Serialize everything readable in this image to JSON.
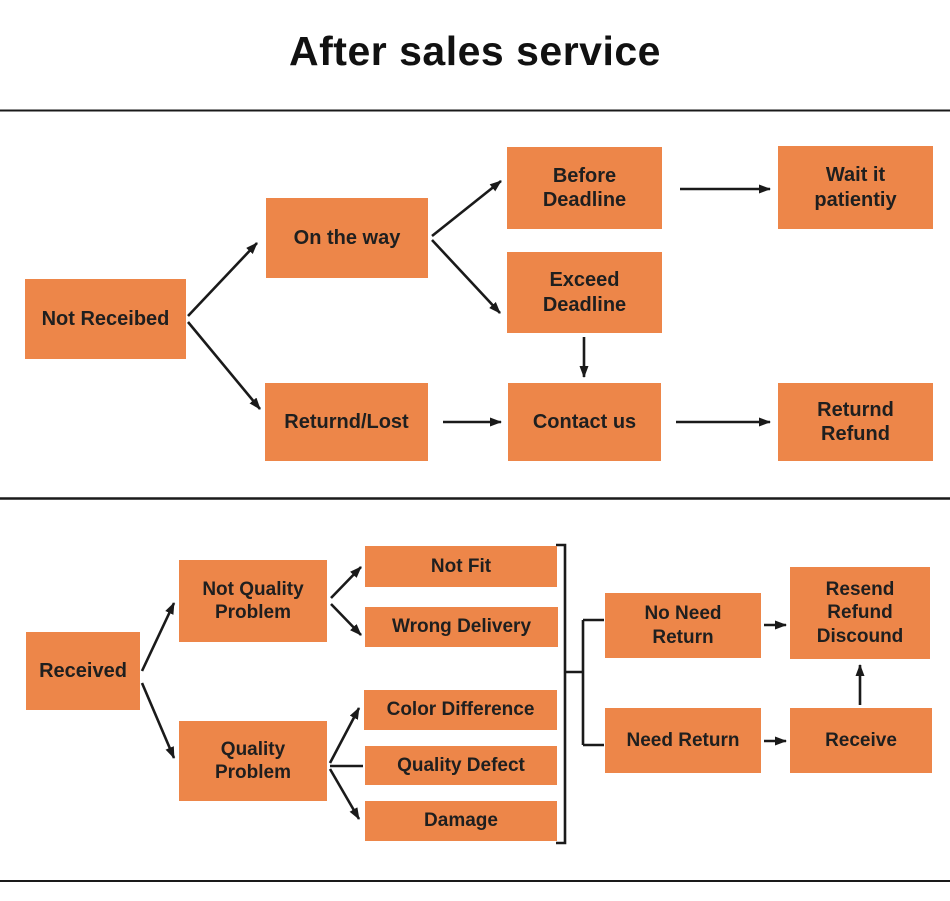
{
  "title": "After sales service",
  "colors": {
    "box_fill": "#ED8649",
    "text": "#1F1F1F",
    "line": "#1A1A1A",
    "background": "#FFFFFF"
  },
  "nodes": {
    "not_received": "Not Receibed",
    "on_the_way": "On the way",
    "before_deadline": "Before\nDeadline",
    "wait_it_patiently": "Wait it\npatientiy",
    "exceed_deadline": "Exceed\nDeadline",
    "returnd_lost": "Returnd/Lost",
    "contact_us": "Contact us",
    "returnd_refund": "Returnd\nRefund",
    "received": "Received",
    "not_quality_problem": "Not Quality\nProblem",
    "quality_problem": "Quality\nProblem",
    "not_fit": "Not Fit",
    "wrong_delivery": "Wrong Delivery",
    "color_difference": "Color Difference",
    "quality_defect": "Quality Defect",
    "damage": "Damage",
    "no_need_return": "No Need\nReturn",
    "need_return": "Need Return",
    "resend_refund_discound": "Resend\nRefund\nDiscound",
    "receive": "Receive"
  },
  "edges": [
    {
      "from": "not_received",
      "to": "on_the_way",
      "arrow": true
    },
    {
      "from": "not_received",
      "to": "returnd_lost",
      "arrow": true
    },
    {
      "from": "on_the_way",
      "to": "before_deadline",
      "arrow": true
    },
    {
      "from": "on_the_way",
      "to": "exceed_deadline",
      "arrow": true
    },
    {
      "from": "before_deadline",
      "to": "wait_it_patiently",
      "arrow": true
    },
    {
      "from": "exceed_deadline",
      "to": "contact_us",
      "arrow": true
    },
    {
      "from": "returnd_lost",
      "to": "contact_us",
      "arrow": true
    },
    {
      "from": "contact_us",
      "to": "returnd_refund",
      "arrow": true
    },
    {
      "from": "received",
      "to": "not_quality_problem",
      "arrow": true
    },
    {
      "from": "received",
      "to": "quality_problem",
      "arrow": true
    },
    {
      "from": "not_quality_problem",
      "to": "not_fit",
      "arrow": true
    },
    {
      "from": "not_quality_problem",
      "to": "wrong_delivery",
      "arrow": true
    },
    {
      "from": "quality_problem",
      "to": "color_difference",
      "arrow": true
    },
    {
      "from": "quality_problem",
      "to": "quality_defect",
      "arrow": false
    },
    {
      "from": "quality_problem",
      "to": "damage",
      "arrow": true
    },
    {
      "from": "bracket_group",
      "to": "no_need_return",
      "arrow": false
    },
    {
      "from": "bracket_group",
      "to": "need_return",
      "arrow": false
    },
    {
      "from": "no_need_return",
      "to": "resend_refund_discound",
      "arrow": true
    },
    {
      "from": "need_return",
      "to": "receive",
      "arrow": true
    },
    {
      "from": "receive",
      "to": "resend_refund_discound",
      "arrow": true
    }
  ]
}
